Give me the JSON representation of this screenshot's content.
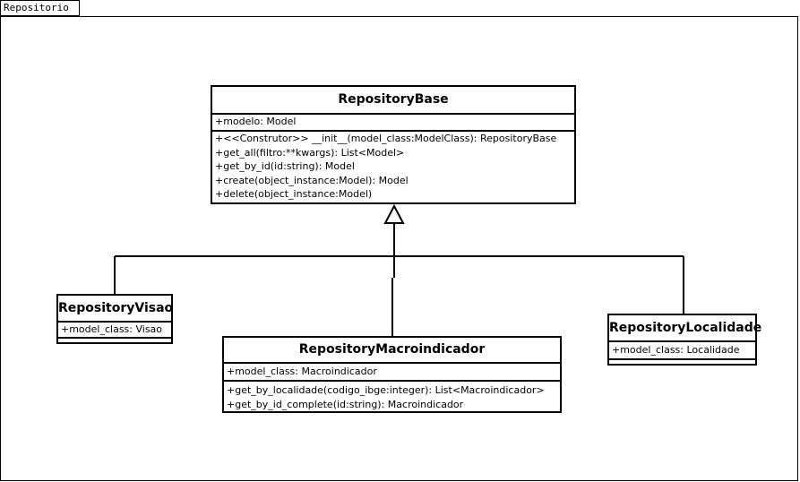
{
  "package": {
    "name": "Repositorio"
  },
  "classes": {
    "base": {
      "name": "RepositoryBase",
      "attributes": [
        "+modelo: Model"
      ],
      "operations": [
        "+<<Construtor>> __init__(model_class:ModelClass): RepositoryBase",
        "+get_all(filtro:**kwargs): List<Model>",
        "+get_by_id(id:string): Model",
        "+create(object_instance:Model): Model",
        "+delete(object_instance:Model)"
      ]
    },
    "visao": {
      "name": "RepositoryVisao",
      "attributes": [
        "+model_class: Visao"
      ],
      "operations": []
    },
    "macro": {
      "name": "RepositoryMacroindicador",
      "attributes": [
        "+model_class: Macroindicador"
      ],
      "operations": [
        "+get_by_localidade(codigo_ibge:integer): List<Macroindicador>",
        "+get_by_id_complete(id:string): Macroindicador"
      ]
    },
    "localidade": {
      "name": "RepositoryLocalidade",
      "attributes": [
        "+model_class: Localidade"
      ],
      "operations": []
    }
  }
}
